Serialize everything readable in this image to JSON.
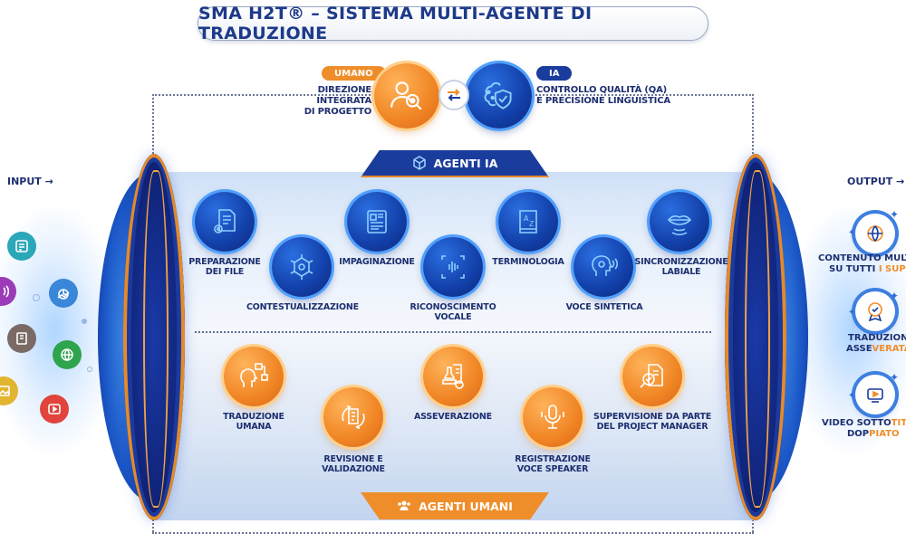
{
  "title": "SMA H2T® – SISTEMA MULTI-AGENTE DI TRADUZIONE",
  "coordination": {
    "human_badge": "UMANO",
    "human_text_line1": "DIREZIONE INTEGRATA",
    "human_text_line2": "DI PROGETTO",
    "ai_badge": "IA",
    "ai_text_line1": "CONTROLLO QUALITÀ (QA)",
    "ai_text_line2": "E PRECISIONE LINGUISTICA"
  },
  "tabs": {
    "ai": "AGENTI IA",
    "human": "AGENTI UMANI"
  },
  "io": {
    "input": "INPUT →",
    "output": "OUTPUT →"
  },
  "ai_agents": [
    {
      "l1": "PREPARAZIONE",
      "l2": "DEI FILE"
    },
    {
      "l1": "CONTESTUALIZZAZIONE",
      "l2": ""
    },
    {
      "l1": "IMPAGINAZIONE",
      "l2": ""
    },
    {
      "l1": "RICONOSCIMENTO",
      "l2": "VOCALE"
    },
    {
      "l1": "TERMINOLOGIA",
      "l2": ""
    },
    {
      "l1": "VOCE SINTETICA",
      "l2": ""
    },
    {
      "l1": "SINCRONIZZAZIONE",
      "l2": "LABIALE"
    }
  ],
  "human_agents": [
    {
      "l1": "TRADUZIONE",
      "l2": "UMANA"
    },
    {
      "l1": "REVISIONE E",
      "l2": "VALIDAZIONE"
    },
    {
      "l1": "ASSEVERAZIONE",
      "l2": ""
    },
    {
      "l1": "REGISTRAZIONE",
      "l2": "VOCE SPEAKER"
    },
    {
      "l1": "SUPERVISIONE DA PARTE",
      "l2": "DEL PROJECT MANAGER"
    }
  ],
  "outputs": [
    {
      "l1a": "CONTENUTO MULTILI",
      "l1b": "",
      "l2a": "SU TUTTI ",
      "l2b": "I SUPPO"
    },
    {
      "l1a": "TRADUZIONE",
      "l1b": "",
      "l2a": "ASSE",
      "l2b": "VERATA"
    },
    {
      "l1a": "VIDEO SOTTO",
      "l1b": "TITOLA",
      "l2a": "DOP",
      "l2b": "PIATO"
    }
  ],
  "colors": {
    "ai_blue": "#1a3c9c",
    "human_orange": "#ef8d2a",
    "text_navy": "#1d2f6f"
  }
}
